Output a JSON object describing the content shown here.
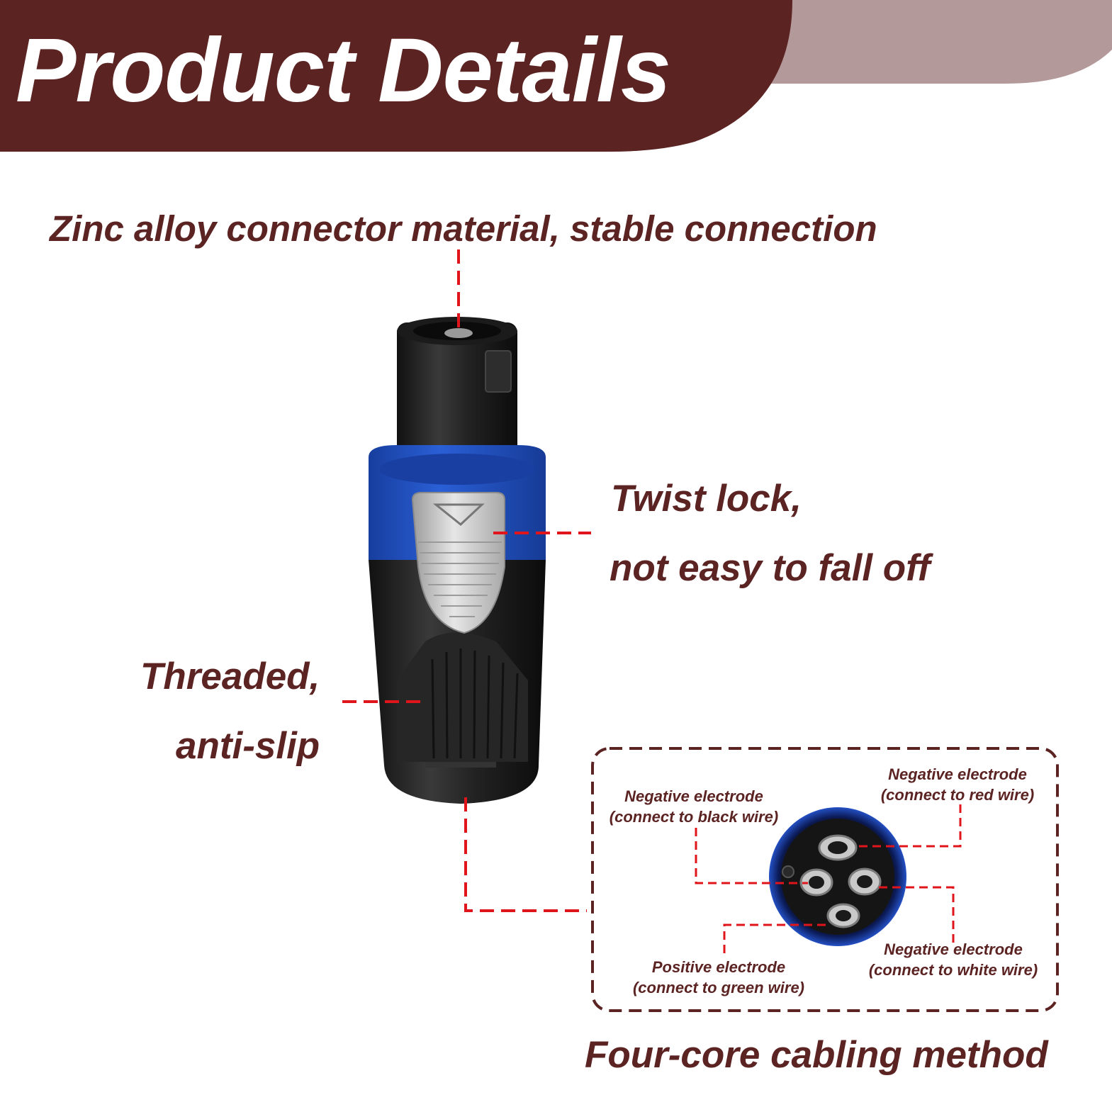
{
  "header": {
    "title": "Product Details",
    "banner_color": "#5c2323",
    "accent_color": "#b3999a"
  },
  "features": {
    "material": "Zinc alloy connector material, stable connection",
    "twist_line1": "Twist lock,",
    "twist_line2": "not easy to fall off",
    "thread_line1": "Threaded,",
    "thread_line2": "anti-slip"
  },
  "wiring": {
    "title": "Four-core cabling method",
    "pins": [
      {
        "name": "Negative electrode",
        "wire": "(connect to black wire)"
      },
      {
        "name": "Negative electrode",
        "wire": "(connect to red wire)"
      },
      {
        "name": "Negative electrode",
        "wire": "(connect to white wire)"
      },
      {
        "name": "Positive electrode",
        "wire": "(connect to green wire)"
      }
    ]
  },
  "colors": {
    "text": "#5c2323",
    "leader_line": "#e0141b",
    "connector_blue": "#1f4fc4",
    "connector_body": "#2a2a2a"
  }
}
